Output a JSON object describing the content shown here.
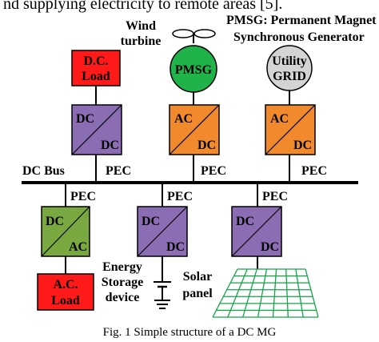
{
  "paper": {
    "intro_text": "nd supplying electricity to remote areas [5].",
    "caption": "Fig. 1 Simple structure of a DC MG"
  },
  "diagram": {
    "labels": {
      "dc_bus": "DC Bus",
      "pec": "PEC",
      "wind_line1": "Wind",
      "wind_line2": "turbine",
      "pmsg_def_line1": "PMSG: Permanent Magnet",
      "pmsg_def_line2": "Synchronous Generator",
      "energy_line1": "Energy",
      "energy_line2": "Storage",
      "energy_line3": "device",
      "solar_line1": "Solar",
      "solar_line2": "panel"
    },
    "loads": {
      "dc_load_line1": "D.C.",
      "dc_load_line2": "Load",
      "ac_load_line1": "A.C.",
      "ac_load_line2": "Load"
    },
    "sources": {
      "pmsg": "PMSG",
      "grid_line1": "Utility",
      "grid_line2": "GRID"
    },
    "converters": {
      "dc": "DC",
      "ac": "AC"
    },
    "colors": {
      "load_red": "#ff1a1a",
      "pmsg_green": "#1fb34a",
      "grid_gray": "#d4d4d4",
      "converter_purple": "#8b6db4",
      "converter_orange": "#f08a2c",
      "converter_green": "#7aa840",
      "solar_grid": "#16a34a"
    }
  }
}
